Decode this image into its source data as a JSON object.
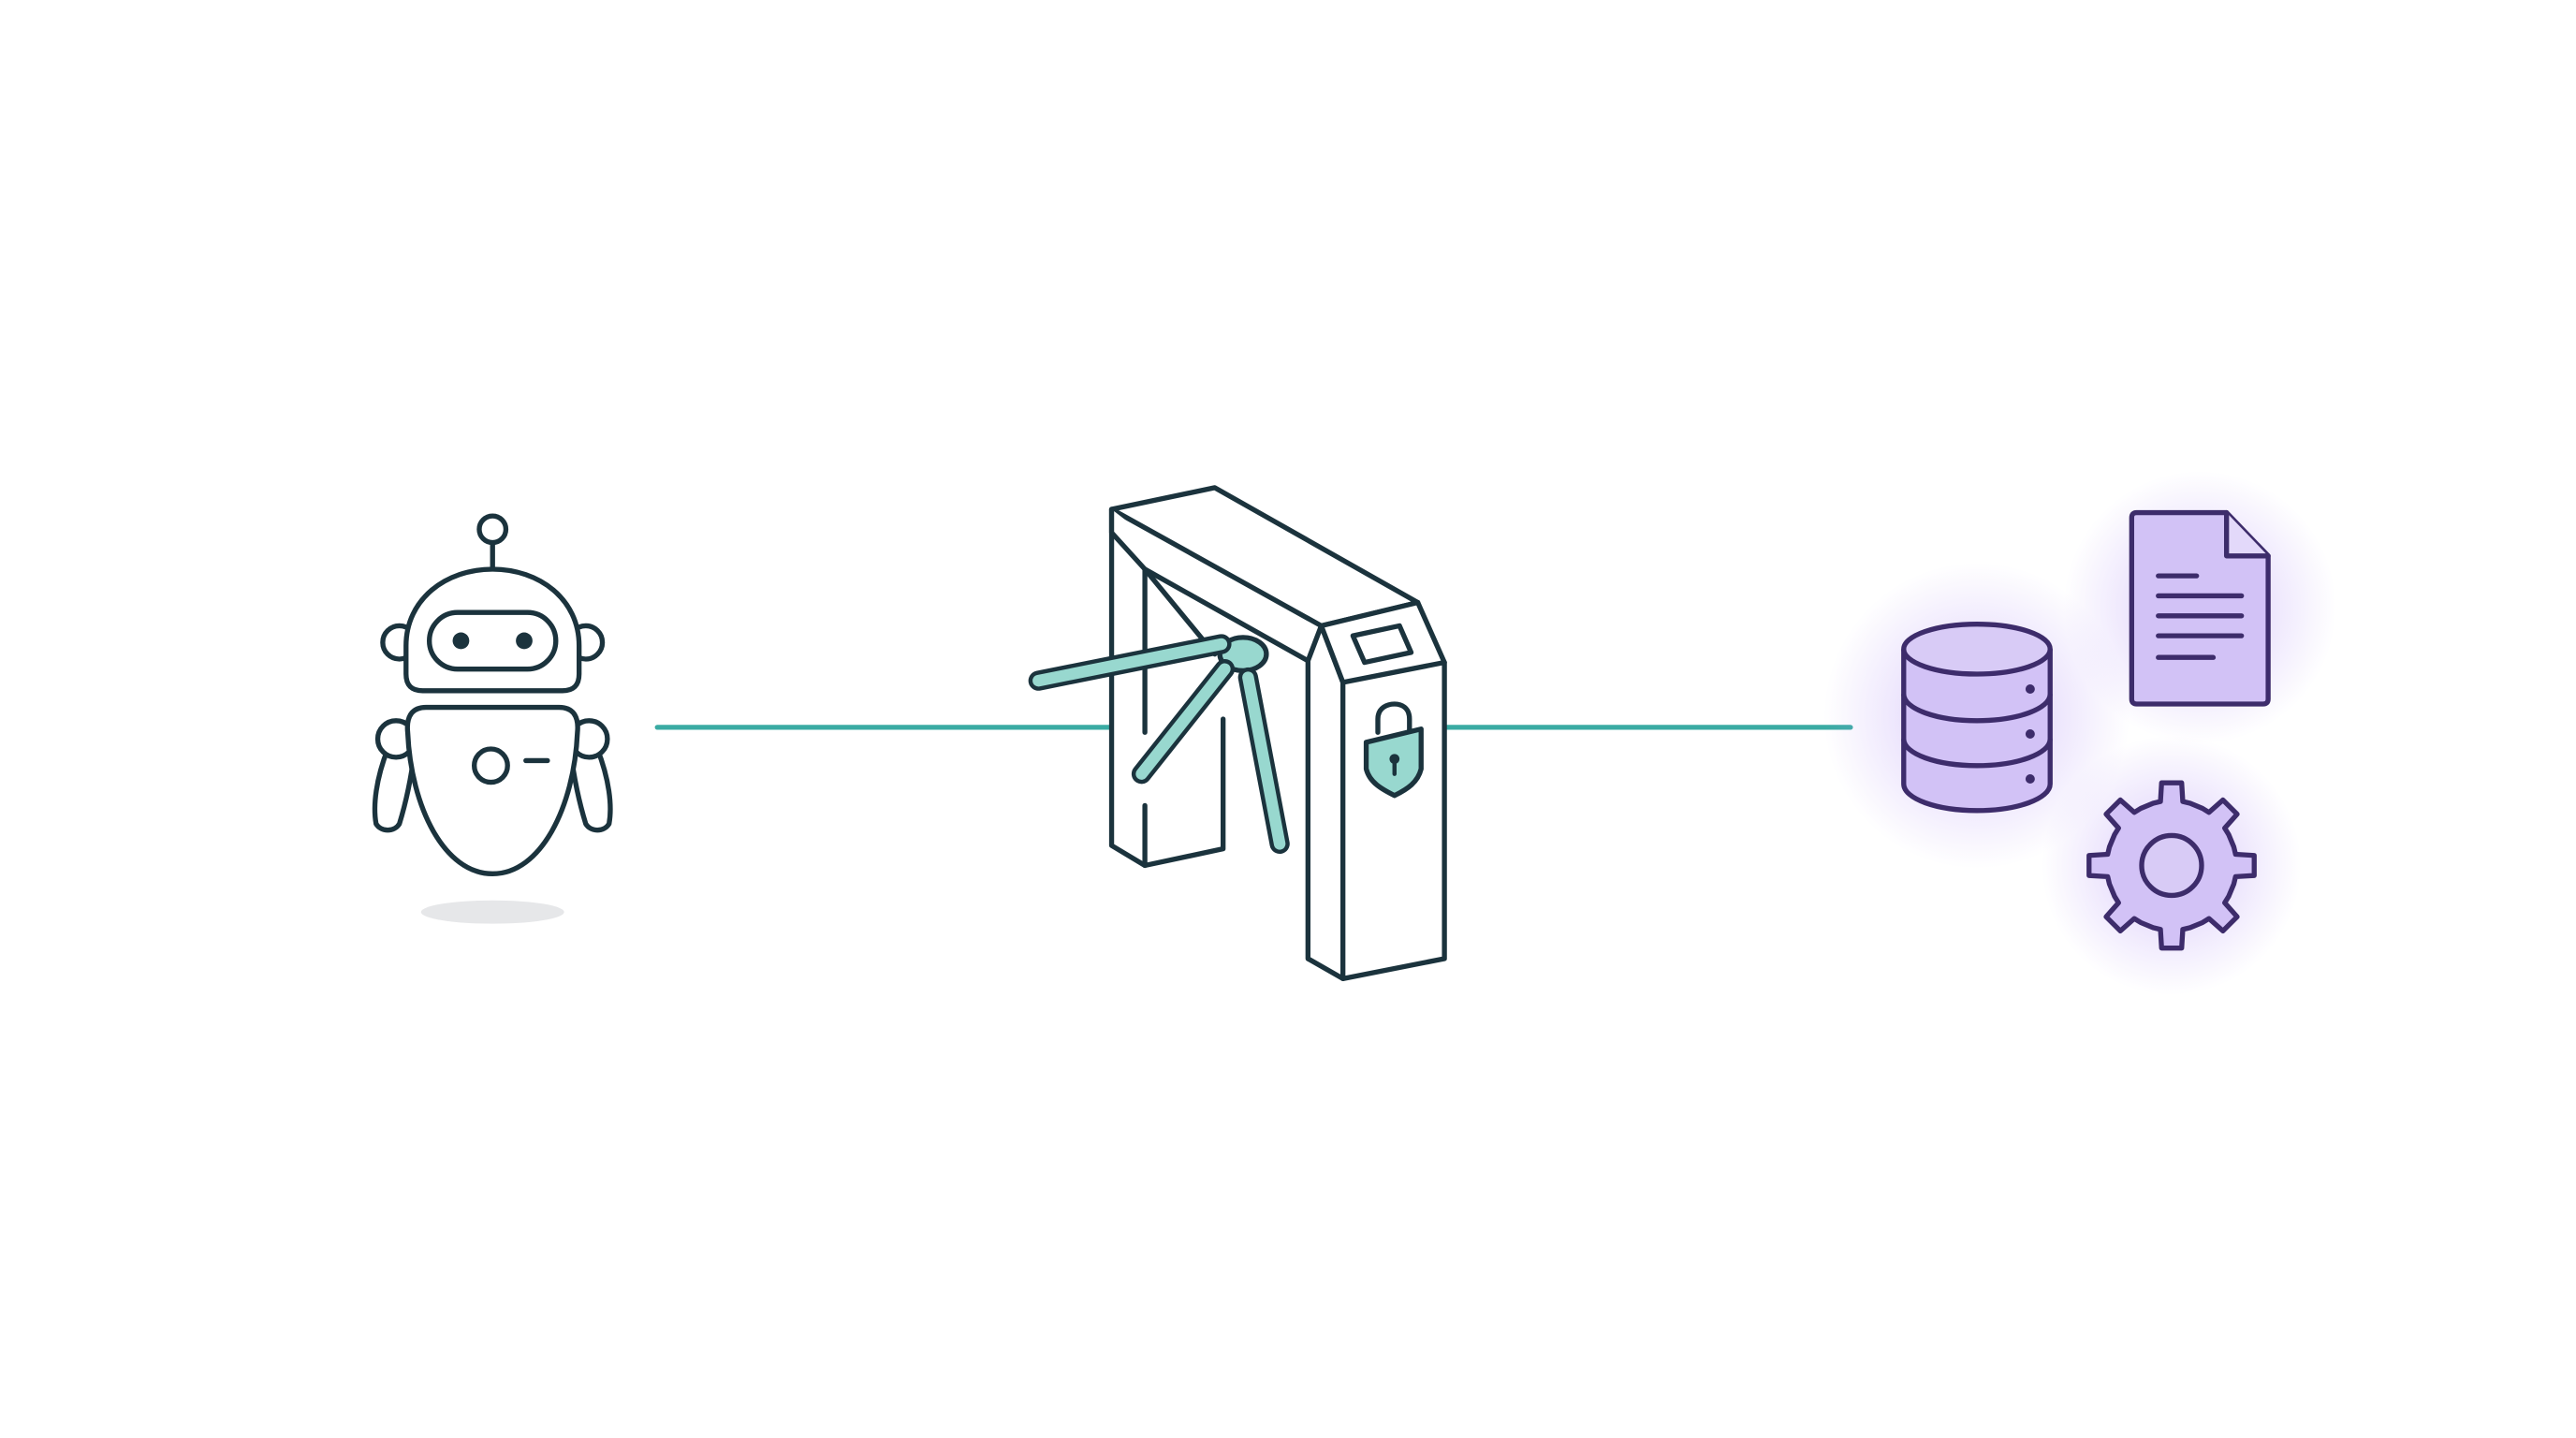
{
  "diagram": {
    "nodes": [
      {
        "id": "agent",
        "icon": "robot-icon"
      },
      {
        "id": "gate",
        "icon": "turnstile-icon",
        "lock_icon": "padlock-icon"
      },
      {
        "id": "resources",
        "icons": [
          "database-icon",
          "document-icon",
          "gear-icon"
        ]
      }
    ],
    "edges": [
      {
        "from": "agent",
        "to": "gate"
      },
      {
        "from": "gate",
        "to": "resources"
      }
    ]
  },
  "colors": {
    "outline": "#1b333d",
    "connector": "#3aaba3",
    "turnstile_arm": "#98d8cf",
    "resource_outline": "#3d2c6b",
    "resource_fill": "#d2c2f6",
    "resource_glow": "#b394f5",
    "shadow": "#e6e7e9",
    "background": "#ffffff"
  }
}
